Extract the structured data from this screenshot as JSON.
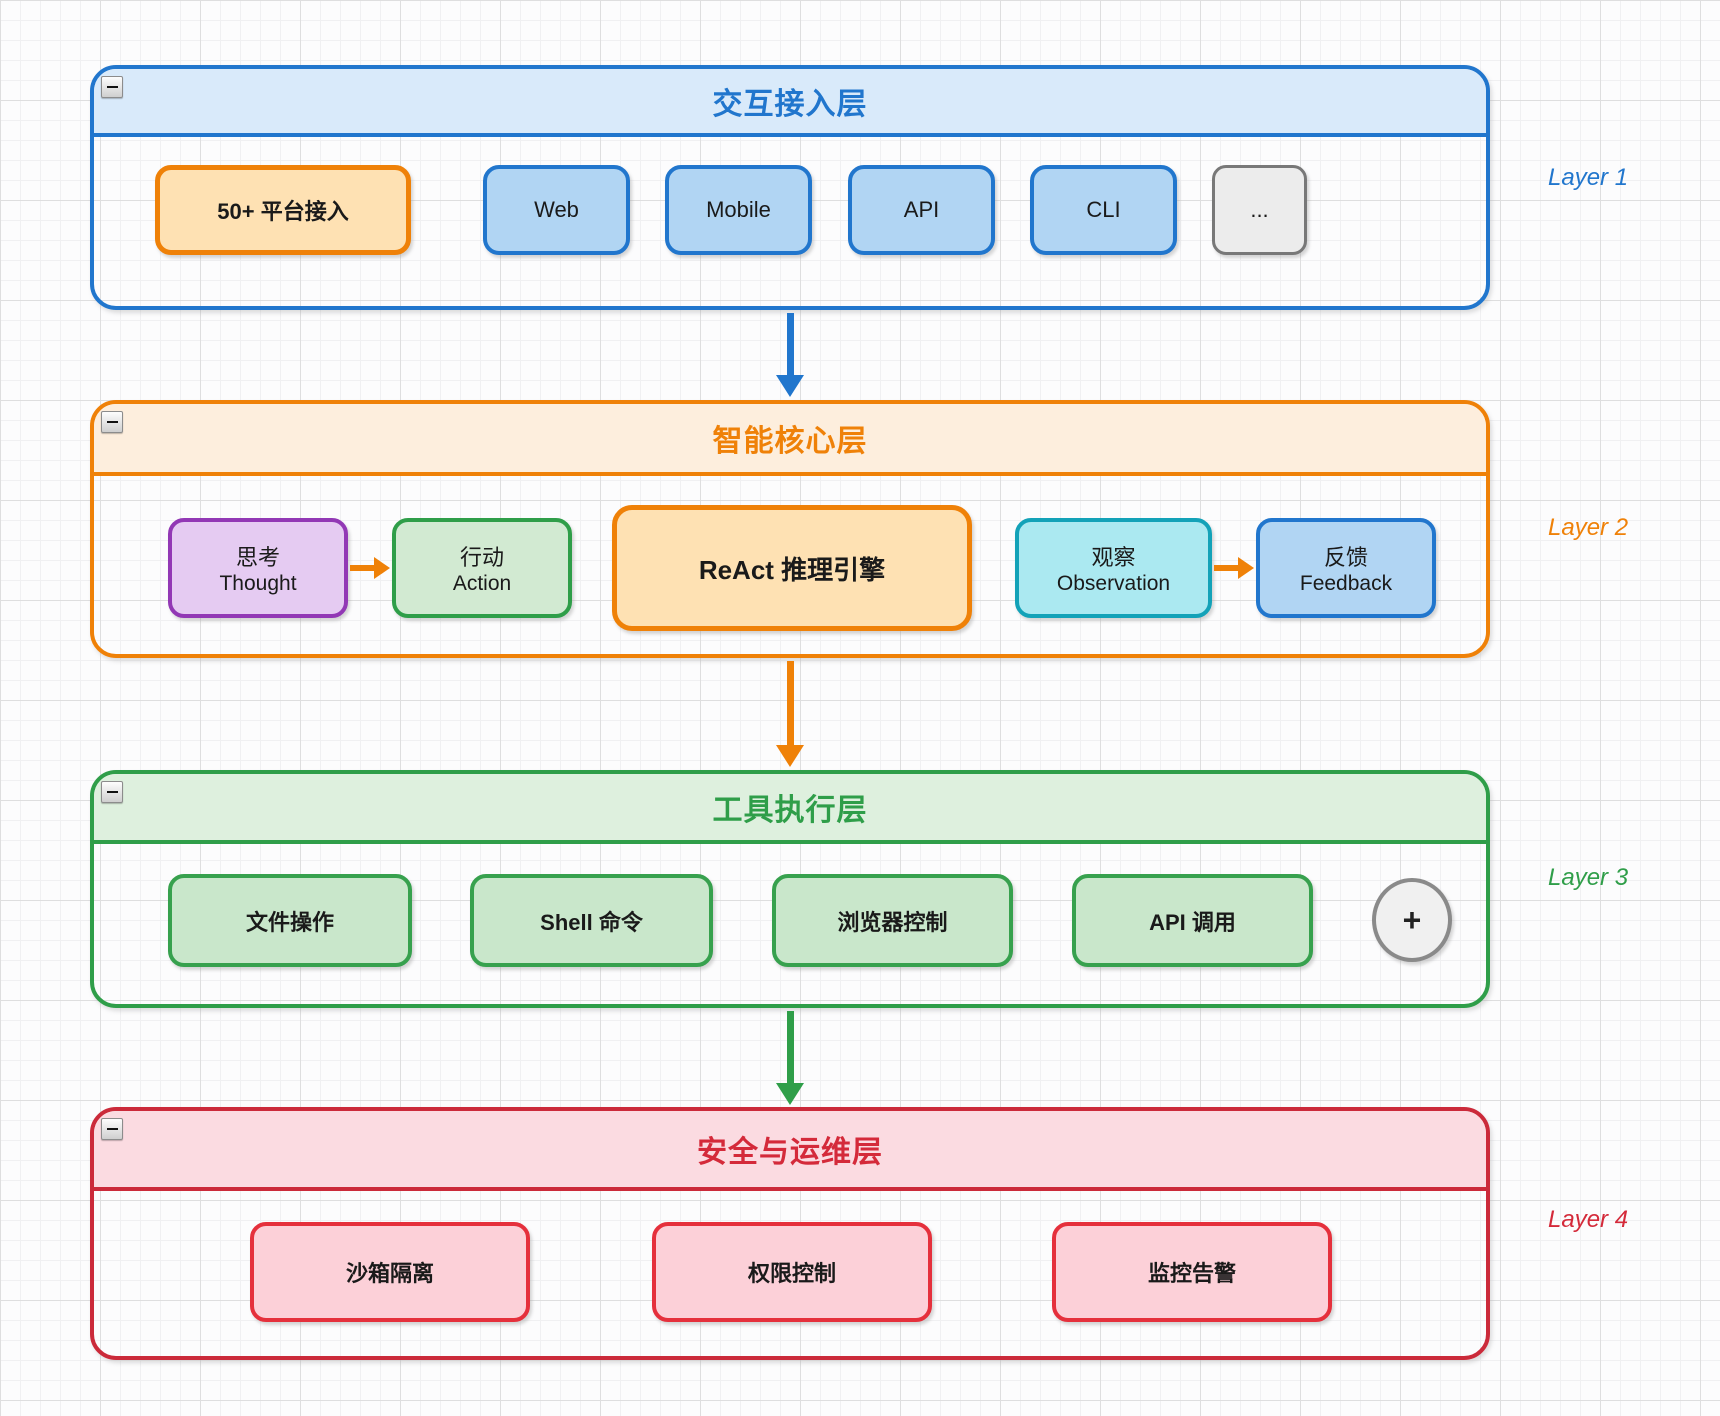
{
  "diagram": {
    "layers": [
      {
        "title": "交互接入层",
        "side_label": "Layer 1",
        "accent": "#2176cd",
        "boxes": [
          {
            "label": "50+ 平台接入",
            "variant": "orange-highlight"
          },
          {
            "label": "Web",
            "variant": "blue"
          },
          {
            "label": "Mobile",
            "variant": "blue"
          },
          {
            "label": "API",
            "variant": "blue"
          },
          {
            "label": "CLI",
            "variant": "blue"
          },
          {
            "label": "...",
            "variant": "gray"
          }
        ]
      },
      {
        "title": "智能核心层",
        "side_label": "Layer 2",
        "accent": "#ef8108",
        "boxes": [
          {
            "zh": "思考",
            "en": "Thought",
            "variant": "purple"
          },
          {
            "zh": "行动",
            "en": "Action",
            "variant": "green"
          },
          {
            "label": "ReAct 推理引擎",
            "variant": "orange-highlight"
          },
          {
            "zh": "观察",
            "en": "Observation",
            "variant": "teal"
          },
          {
            "zh": "反馈",
            "en": "Feedback",
            "variant": "blue"
          }
        ]
      },
      {
        "title": "工具执行层",
        "side_label": "Layer 3",
        "accent": "#2f9e49",
        "boxes": [
          {
            "label": "文件操作",
            "variant": "green"
          },
          {
            "label": "Shell 命令",
            "variant": "green"
          },
          {
            "label": "浏览器控制",
            "variant": "green"
          },
          {
            "label": "API 调用",
            "variant": "green"
          }
        ],
        "add_button_label": "+"
      },
      {
        "title": "安全与运维层",
        "side_label": "Layer 4",
        "accent": "#d42a3a",
        "boxes": [
          {
            "label": "沙箱隔离",
            "variant": "red"
          },
          {
            "label": "权限控制",
            "variant": "red"
          },
          {
            "label": "监控告警",
            "variant": "red"
          }
        ]
      }
    ]
  }
}
